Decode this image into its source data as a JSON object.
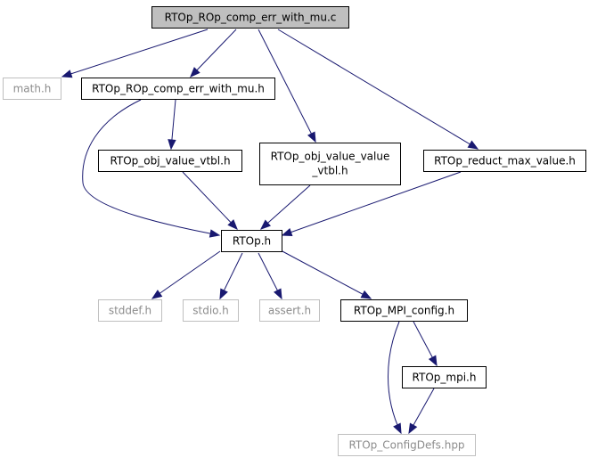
{
  "nodes": [
    {
      "id": "root",
      "label": "RTOp_ROp_comp_err_with_mu.c",
      "kind": "root"
    },
    {
      "id": "math_h",
      "label": "math.h",
      "kind": "external"
    },
    {
      "id": "comp_err_h",
      "label": "RTOp_ROp_comp_err_with_mu.h",
      "kind": "file"
    },
    {
      "id": "obj_value_vtbl_h",
      "label": "RTOp_obj_value_vtbl.h",
      "kind": "file"
    },
    {
      "id": "obj_value_value_vtbl_h",
      "label": "RTOp_obj_value_value_vtbl.h",
      "kind": "file",
      "lines": [
        "RTOp_obj_value_value",
        "_vtbl.h"
      ]
    },
    {
      "id": "reduct_max_value_h",
      "label": "RTOp_reduct_max_value.h",
      "kind": "file"
    },
    {
      "id": "rtop_h",
      "label": "RTOp.h",
      "kind": "file"
    },
    {
      "id": "stddef_h",
      "label": "stddef.h",
      "kind": "external"
    },
    {
      "id": "stdio_h",
      "label": "stdio.h",
      "kind": "external"
    },
    {
      "id": "assert_h",
      "label": "assert.h",
      "kind": "external"
    },
    {
      "id": "mpi_config_h",
      "label": "RTOp_MPI_config.h",
      "kind": "file"
    },
    {
      "id": "mpi_h",
      "label": "RTOp_mpi.h",
      "kind": "file"
    },
    {
      "id": "configdefs_hpp",
      "label": "RTOp_ConfigDefs.hpp",
      "kind": "external"
    }
  ],
  "edges": [
    {
      "from": "root",
      "to": "math_h"
    },
    {
      "from": "root",
      "to": "comp_err_h"
    },
    {
      "from": "root",
      "to": "obj_value_value_vtbl_h"
    },
    {
      "from": "root",
      "to": "reduct_max_value_h"
    },
    {
      "from": "comp_err_h",
      "to": "rtop_h"
    },
    {
      "from": "comp_err_h",
      "to": "obj_value_vtbl_h"
    },
    {
      "from": "obj_value_vtbl_h",
      "to": "rtop_h"
    },
    {
      "from": "obj_value_value_vtbl_h",
      "to": "rtop_h"
    },
    {
      "from": "reduct_max_value_h",
      "to": "rtop_h"
    },
    {
      "from": "rtop_h",
      "to": "stddef_h"
    },
    {
      "from": "rtop_h",
      "to": "stdio_h"
    },
    {
      "from": "rtop_h",
      "to": "assert_h"
    },
    {
      "from": "rtop_h",
      "to": "mpi_config_h"
    },
    {
      "from": "mpi_config_h",
      "to": "configdefs_hpp"
    },
    {
      "from": "mpi_config_h",
      "to": "mpi_h"
    },
    {
      "from": "mpi_h",
      "to": "configdefs_hpp"
    }
  ],
  "colors": {
    "edge": "#191970",
    "root_fill": "#bfbfbf",
    "node_border": "#000000",
    "external_border": "#bfbfbf",
    "external_text": "#8c8c8c"
  }
}
